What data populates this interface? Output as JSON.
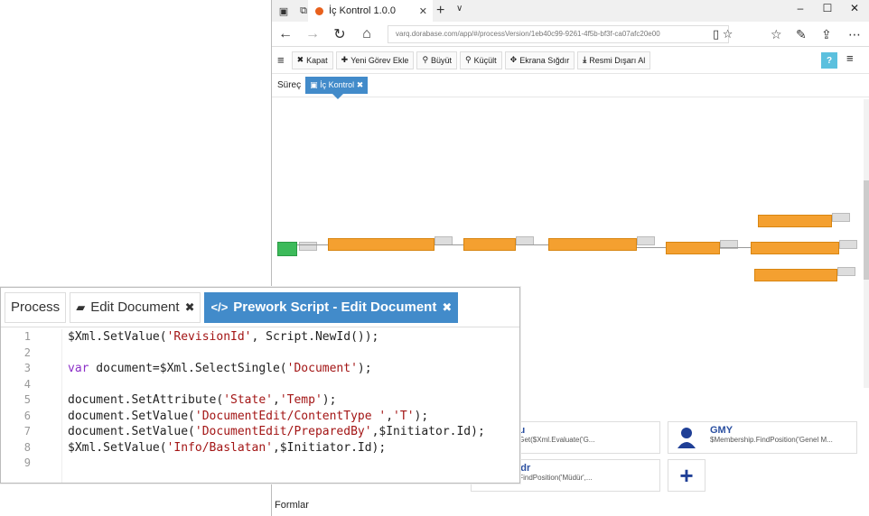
{
  "browser": {
    "tab_title": "İç Kontrol 1.0.0",
    "url": "varq.dorabase.com/app/#/processVersion/1eb40c99-9261-4f5b-bf3f-ca07afc20e00",
    "window_controls": [
      "–",
      "☐",
      "✕"
    ]
  },
  "app": {
    "toolbar": [
      {
        "icon": "close-icon",
        "label": "Kapat"
      },
      {
        "icon": "plus-icon",
        "label": "Yeni Görev Ekle"
      },
      {
        "icon": "zoom-in-icon",
        "label": "Büyüt"
      },
      {
        "icon": "zoom-out-icon",
        "label": "Küçült"
      },
      {
        "icon": "fit-icon",
        "label": "Ekrana Sığdır"
      },
      {
        "icon": "download-icon",
        "label": "Resmi Dışarı Al"
      }
    ],
    "help_label": "?",
    "breadcrumb": {
      "root": "Süreç",
      "current": "İç Kontrol"
    },
    "cards": [
      {
        "name": "epMuduru",
        "expr": "Membership.Get($Xml.Evaluate('G..."
      },
      {
        "name": "GMY",
        "expr": "$Membership.FindPosition('Genel M..."
      },
      {
        "name": "KontrolMdr",
        "expr": "Membership.FindPosition('Müdür',..."
      }
    ],
    "section_label": "Formlar"
  },
  "editor": {
    "tabs": [
      {
        "label": "Process",
        "icon": "",
        "closable": false,
        "active": false
      },
      {
        "label": "Edit Document",
        "icon": "book-icon",
        "closable": true,
        "active": false
      },
      {
        "label": "Prework Script - Edit Document",
        "icon": "code-icon",
        "closable": true,
        "active": true
      }
    ],
    "line_numbers": [
      "1",
      "2",
      "3",
      "4",
      "5",
      "6",
      "7",
      "8",
      "9"
    ],
    "code_lines": [
      [
        {
          "t": "$Xml.SetValue("
        },
        {
          "t": "'RevisionId'",
          "c": "s"
        },
        {
          "t": ", Script.NewId());"
        }
      ],
      [],
      [
        {
          "t": "var",
          "c": "k"
        },
        {
          "t": " document=$Xml.SelectSingle("
        },
        {
          "t": "'Document'",
          "c": "s"
        },
        {
          "t": ");"
        }
      ],
      [],
      [
        {
          "t": "document.SetAttribute("
        },
        {
          "t": "'State'",
          "c": "s"
        },
        {
          "t": ","
        },
        {
          "t": "'Temp'",
          "c": "s"
        },
        {
          "t": ");"
        }
      ],
      [
        {
          "t": "document.SetValue("
        },
        {
          "t": "'DocumentEdit/ContentType '",
          "c": "s"
        },
        {
          "t": ","
        },
        {
          "t": "'T'",
          "c": "s"
        },
        {
          "t": ");"
        }
      ],
      [
        {
          "t": "document.SetValue("
        },
        {
          "t": "'DocumentEdit/PreparedBy'",
          "c": "s"
        },
        {
          "t": ",$Initiator.Id);"
        }
      ],
      [
        {
          "t": "$Xml.SetValue("
        },
        {
          "t": "'Info/Baslatan'",
          "c": "s"
        },
        {
          "t": ",$Initiator.Id);"
        }
      ],
      []
    ]
  },
  "colors": {
    "accent": "#428bca",
    "node": "#f4a030",
    "start": "#3cba5a",
    "string": "#a31515",
    "keyword": "#8b2fc7"
  }
}
